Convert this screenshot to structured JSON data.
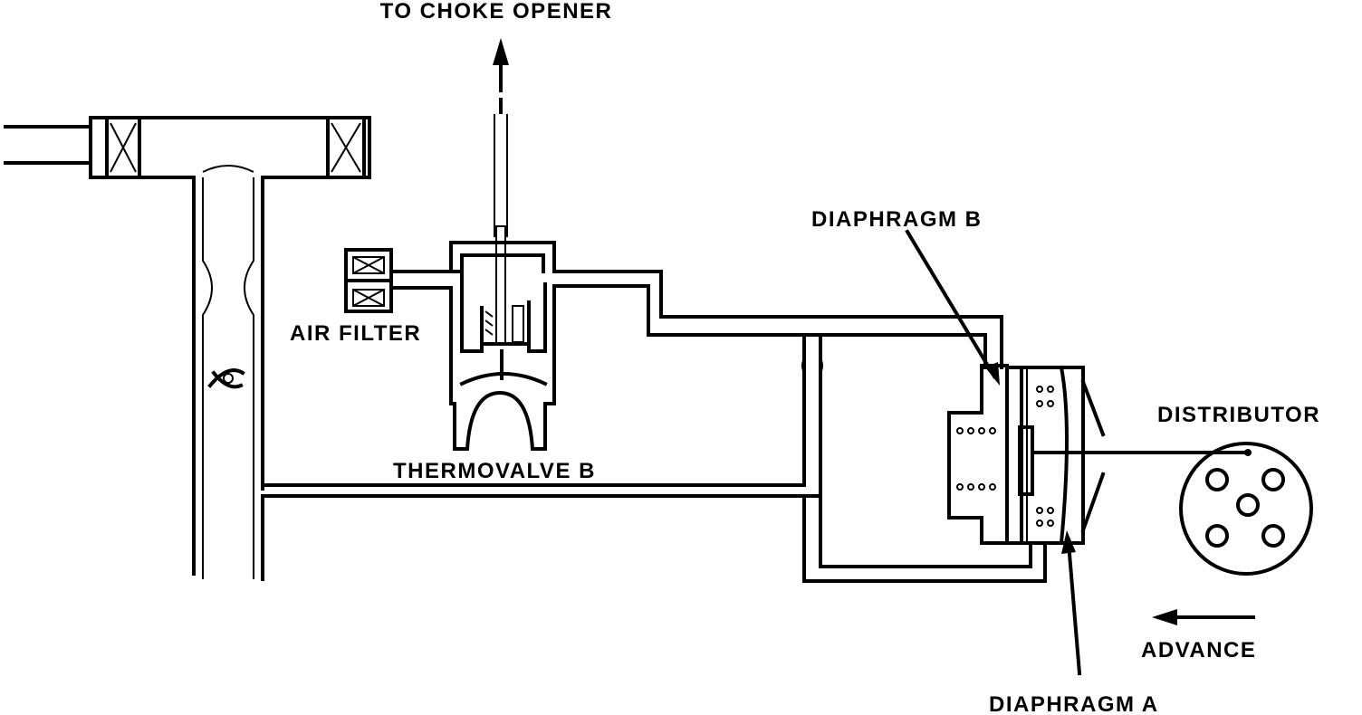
{
  "labels": {
    "choke_opener": "TO CHOKE OPENER",
    "air_filter": "AIR FILTER",
    "thermovalve": "THERMOVALVE B",
    "diaphragm_b": "DIAPHRAGM B",
    "diaphragm_a": "DIAPHRAGM A",
    "distributor": "DISTRIBUTOR",
    "advance": "ADVANCE"
  },
  "colors": {
    "ink": "#000000",
    "paper": "#ffffff"
  }
}
